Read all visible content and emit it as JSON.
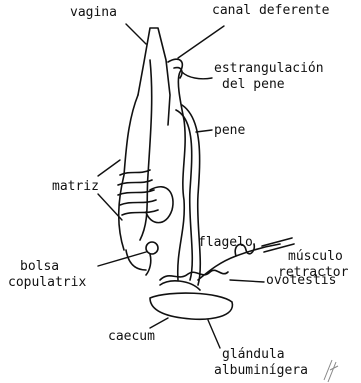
{
  "labels": {
    "vagina": "vagina",
    "canal_deferente": "canal deferente",
    "estrangulacion_1": "estrangulación",
    "estrangulacion_2": "del pene",
    "pene": "pene",
    "matriz": "matriz",
    "flagelo": "flagelo",
    "musculo_1": "músculo",
    "musculo_2": "retractor",
    "bolsa_1": "bolsa",
    "bolsa_2": "copulatrix",
    "ovotestis": "ovotestis",
    "caecum": "caecum",
    "glandula_1": "glándula",
    "glandula_2": "albuminígera"
  },
  "colors": {
    "ink": "#111111",
    "background": "#ffffff"
  }
}
